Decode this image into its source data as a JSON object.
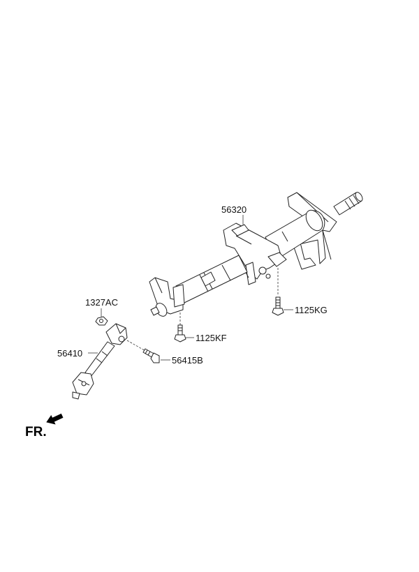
{
  "parts": {
    "column_assembly": {
      "part_number": "56320"
    },
    "bolt_kg": {
      "part_number": "1125KG"
    },
    "bolt_kf": {
      "part_number": "1125KF"
    },
    "nut": {
      "part_number": "1327AC"
    },
    "intermediate_shaft": {
      "part_number": "56410"
    },
    "shaft_bolt": {
      "part_number": "56415B"
    }
  },
  "orientation": {
    "label": "FR."
  }
}
